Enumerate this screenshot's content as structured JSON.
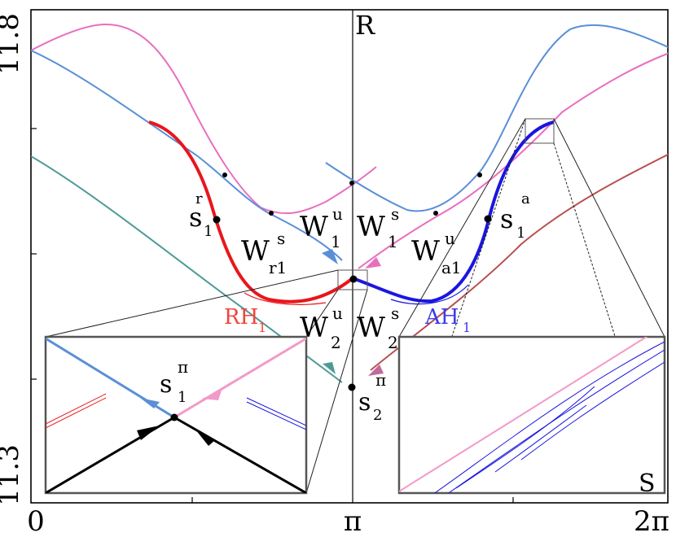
{
  "axes": {
    "x_ticks": [
      "0",
      "π",
      "2π"
    ],
    "y_ticks": [
      "11.8",
      "11.3"
    ],
    "x_axis_label": "S",
    "y_axis_label": "R"
  },
  "labels": {
    "s1r": {
      "base": "s",
      "sub": "1",
      "sup": "r"
    },
    "s1a": {
      "base": "s",
      "sub": "1",
      "sup": "a"
    },
    "s2pi": {
      "base": "s",
      "sub": "2",
      "sup": "π"
    },
    "s1pi_inset": {
      "base": "s",
      "sub": "1",
      "sup": "π"
    },
    "wr1s": {
      "base": "W",
      "sub": "r1",
      "sup": "s"
    },
    "w1u": {
      "base": "W",
      "sub": "1",
      "sup": "u"
    },
    "w1s": {
      "base": "W",
      "sub": "1",
      "sup": "s"
    },
    "wa1u": {
      "base": "W",
      "sub": "a1",
      "sup": "u"
    },
    "w2u": {
      "base": "W",
      "sub": "2",
      "sup": "u"
    },
    "w2s": {
      "base": "W",
      "sub": "2",
      "sup": "s"
    },
    "rh1": {
      "base": "RH",
      "sub": "1"
    },
    "ah1": {
      "base": "AH",
      "sub": "1"
    }
  },
  "colors": {
    "pink": "#e86fbe",
    "blue": "#5a8fd8",
    "teal": "#4e9a96",
    "brown": "#b85050",
    "red": "#e8161c",
    "darkblue": "#1a16e0",
    "rh_text": "#f0443c",
    "ah_text": "#3c3ce8",
    "box_border": "#555555"
  }
}
